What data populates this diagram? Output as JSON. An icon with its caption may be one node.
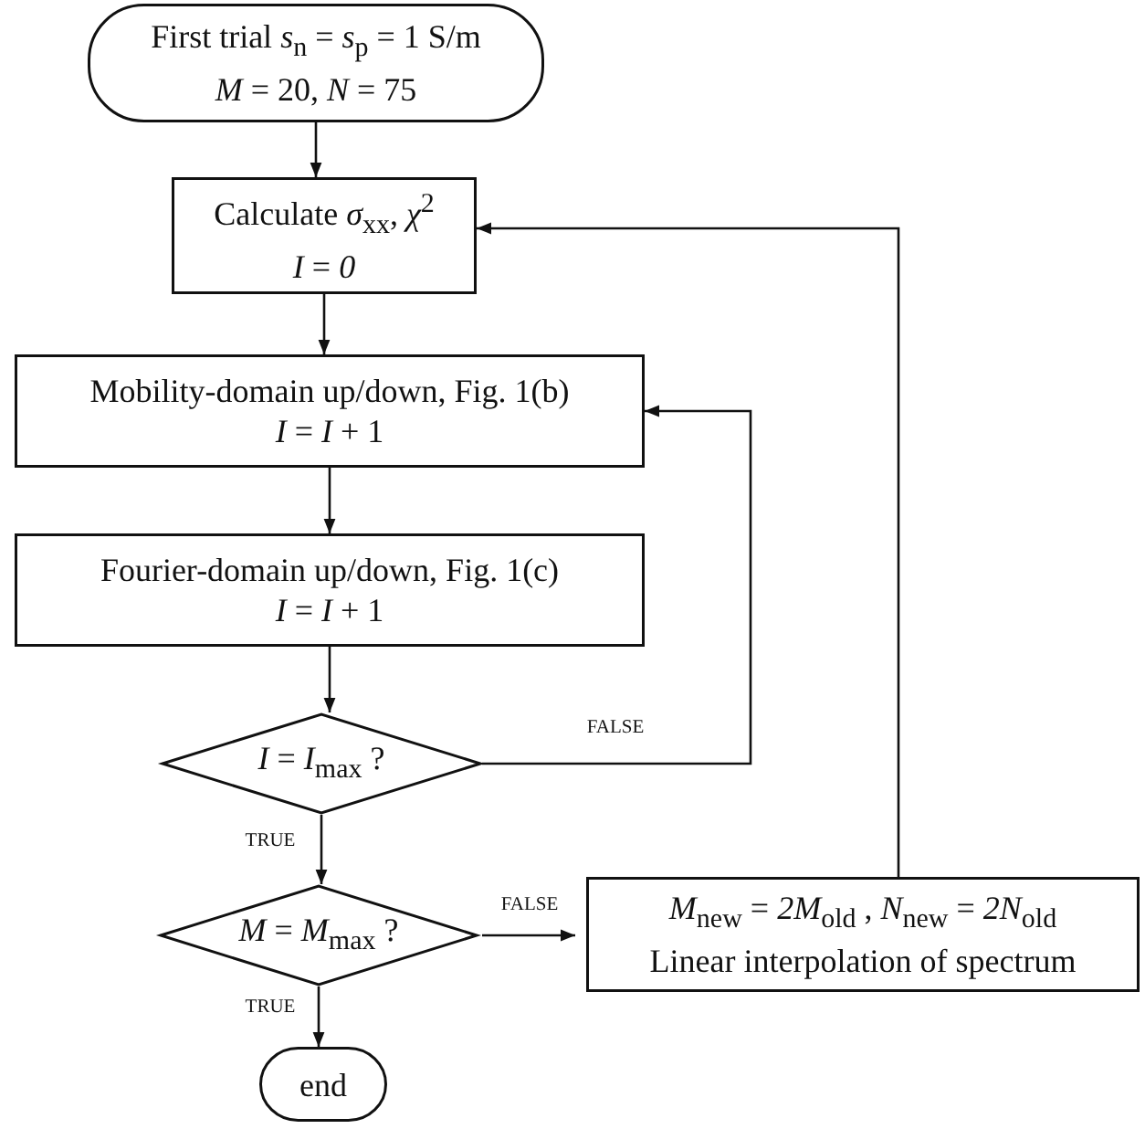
{
  "diagram": {
    "nodes": [
      {
        "text": [
          "First trial *s*$_{n}$ = *s*$_{p}$ = 1 S/m",
          "*M* = 20, *N* = 75"
        ]
      },
      {
        "text": [
          "Calculate *σ*$_{xx}$, *χ*$^{2}$",
          "*I* = *0*"
        ]
      },
      {
        "text": [
          "Mobility-domain up/down, Fig. 1(b)",
          "*I* = *I* + 1"
        ]
      },
      {
        "text": [
          "Fourier-domain up/down, Fig. 1(c)",
          "*I* = *I* + 1"
        ]
      },
      {
        "text": [
          "*I* = *I*$_{max}$ ?"
        ]
      },
      {
        "text": [
          "*M* = *M*$_{max}$ ?"
        ]
      },
      {
        "text": [
          "*M*$_{new}$ = *2M*$_{old}$ , *N*$_{new}$ = *2N*$_{old}$",
          "Linear interpolation of spectrum"
        ]
      },
      {
        "text": [
          "end"
        ]
      }
    ],
    "edges": [
      {
        "from": 0,
        "to": 1,
        "arrow": "to"
      },
      {
        "from": 1,
        "to": 2,
        "arrow": "to"
      },
      {
        "from": 2,
        "to": 3,
        "arrow": "to"
      },
      {
        "from": 3,
        "to": 4,
        "arrow": "to"
      },
      {
        "from": 4,
        "to": 5,
        "label": "TRUE",
        "arrow": "to"
      },
      {
        "from": 4,
        "to": 2,
        "label": "FALSE",
        "arrow": "to"
      },
      {
        "from": 5,
        "to": 6,
        "label": "FALSE",
        "arrow": "to"
      },
      {
        "from": 5,
        "to": 7,
        "label": "TRUE",
        "arrow": "to"
      },
      {
        "from": 6,
        "to": 1,
        "arrow": "to"
      }
    ]
  }
}
